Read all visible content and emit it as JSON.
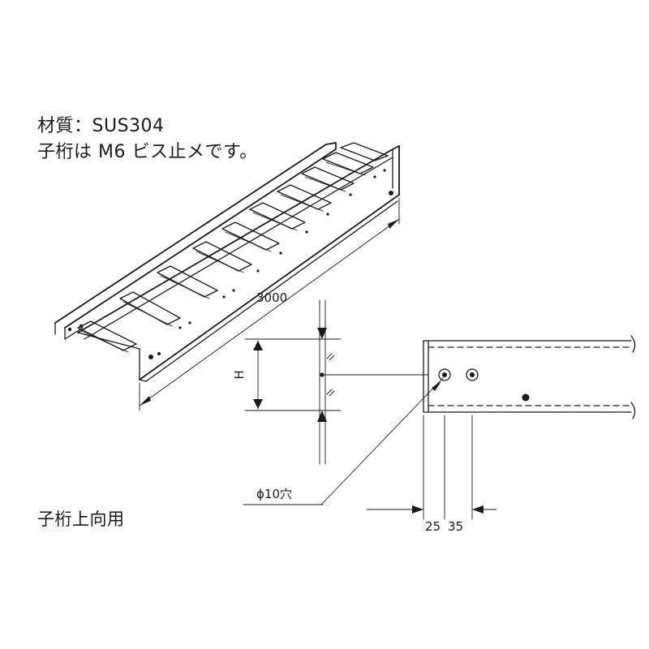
{
  "notes": {
    "material": "材質：SUS304",
    "screw": "子桁は M6 ビス止メです。",
    "orientation": "子桁上向用"
  },
  "dimensions": {
    "length": "3000",
    "height": "H",
    "hole": "ϕ10穴",
    "pitch_a": "25",
    "pitch_b": "35"
  }
}
